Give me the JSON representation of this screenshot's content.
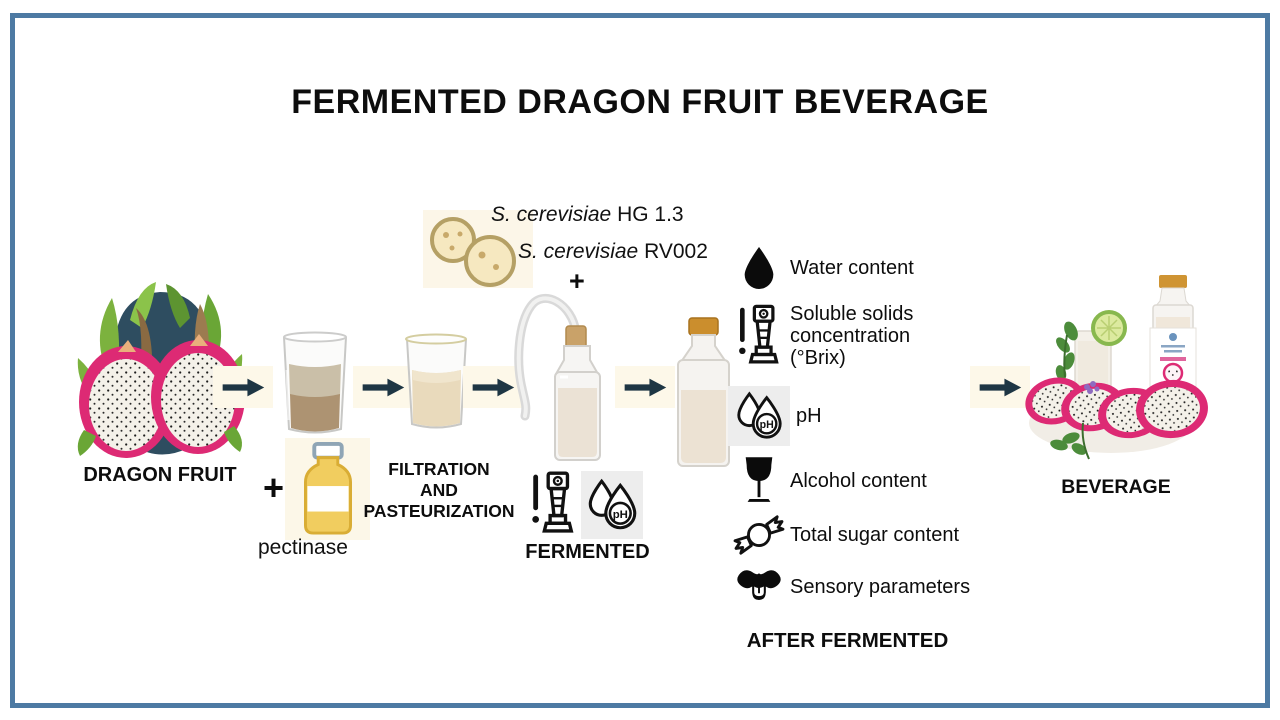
{
  "title": "FERMENTED DRAGON FRUIT BEVERAGE",
  "stages": {
    "dragon_fruit": "DRAGON FRUIT",
    "pectinase_plus": "+",
    "pectinase": "pectinase",
    "filtration": "FILTRATION\nAND\nPASTEURIZATION",
    "fermented": "FERMENTED",
    "after_fermented": "AFTER FERMENTED",
    "beverage": "BEVERAGE"
  },
  "yeast": {
    "plus": "+",
    "strains": [
      {
        "species": "S. cerevisiae",
        "code": "HG 1.3"
      },
      {
        "species": "S. cerevisiae",
        "code": "RV002"
      }
    ]
  },
  "ph_icon_text": "pH",
  "parameters": [
    {
      "icon": "water-drop-icon",
      "label": "Water content"
    },
    {
      "icon": "refractometer-icon",
      "label": "Soluble solids\nconcentration\n(°Brix)"
    },
    {
      "icon": "ph-drops-icon",
      "label": "pH"
    },
    {
      "icon": "wine-glass-icon",
      "label": "Alcohol content"
    },
    {
      "icon": "candy-icon",
      "label": "Total sugar content"
    },
    {
      "icon": "tongue-icon",
      "label": "Sensory parameters"
    }
  ],
  "colors": {
    "frame_border": "#4d7aa3",
    "arrow": "#1e3644",
    "arrow_backdrop": "#fdf8e9",
    "dragon_fruit_pink": "#dd2a74",
    "pectinase_yellow": "#f1cd5f",
    "bottle_cap_gold": "#cb8e2d",
    "yeast_ring_tan": "#b5a065",
    "icon_black": "#0b0b0b"
  }
}
